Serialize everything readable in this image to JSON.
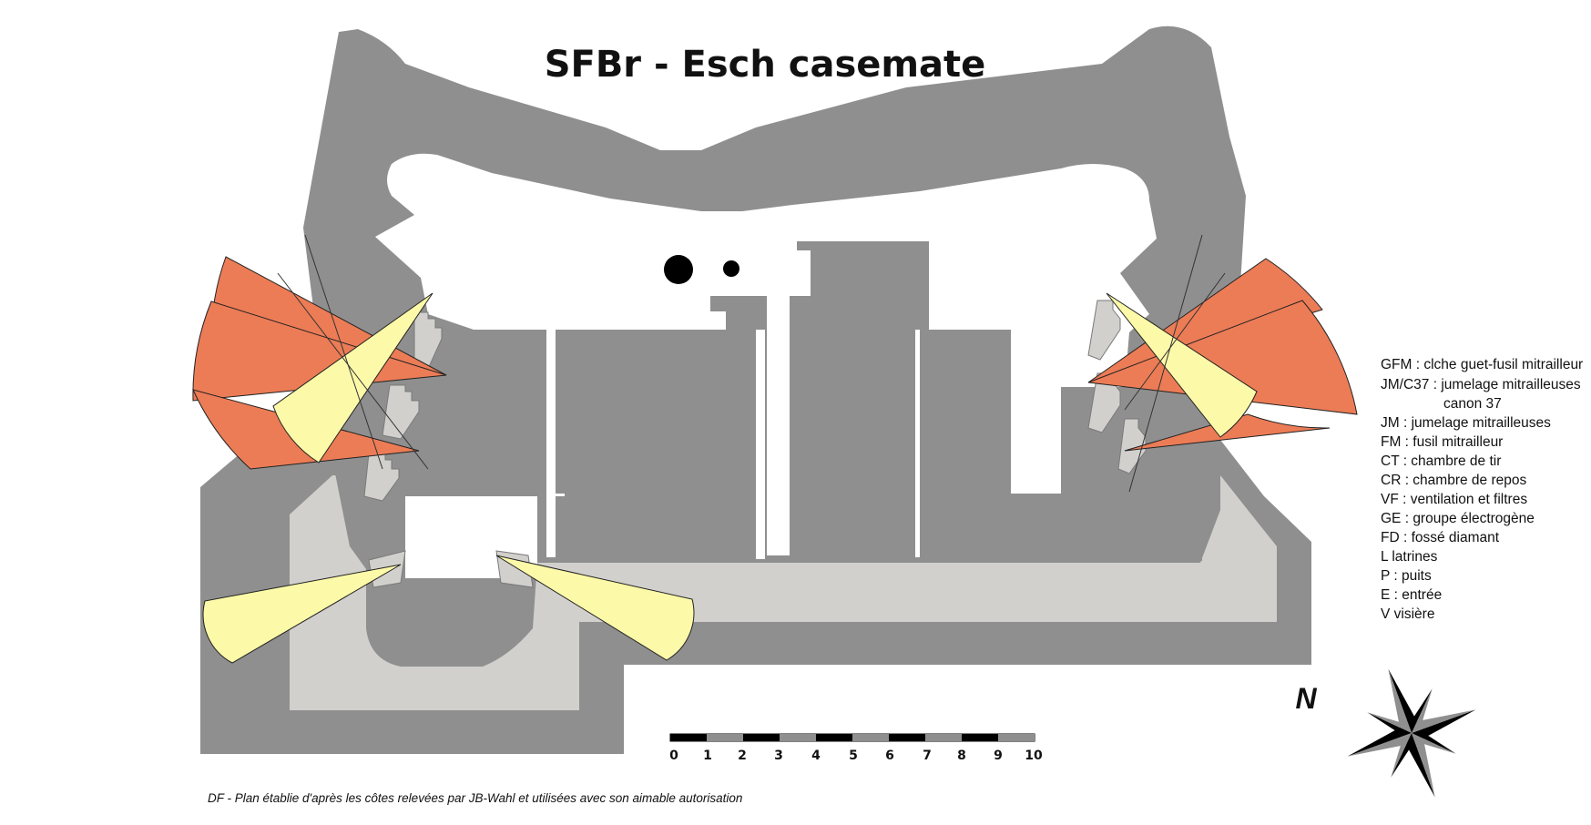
{
  "title": "SFBr  -  Esch casemate",
  "legend": [
    "GFM : clche guet-fusil mitrailleur",
    "JM/C37 : jumelage mitrailleuses",
    "canon 37",
    "JM : jumelage mitrailleuses",
    "FM : fusil mitrailleur",
    "CT : chambre de tir",
    "CR : chambre de repos",
    "VF : ventilation et filtres",
    "GE : groupe électrogène",
    "FD : fossé diamant",
    "L latrines",
    "P : puits",
    "E : entrée",
    "V visière"
  ],
  "scale_bar": {
    "labels": [
      "0",
      "1",
      "2",
      "3",
      "4",
      "5",
      "6",
      "7",
      "8",
      "9",
      "10"
    ]
  },
  "north_label": "N",
  "credit": "DF - Plan établie d'après les côtes relevées par JB-Wahl et utilisées avec son aimable autorisation",
  "colors": {
    "concrete": "#8f8f8f",
    "ditch": "#d2d0cd",
    "interior": "#ffffff",
    "fire_sector_jm_c37": "#ec7c56",
    "fire_sector_fm": "#fcfaa8",
    "outline": "#000000"
  }
}
